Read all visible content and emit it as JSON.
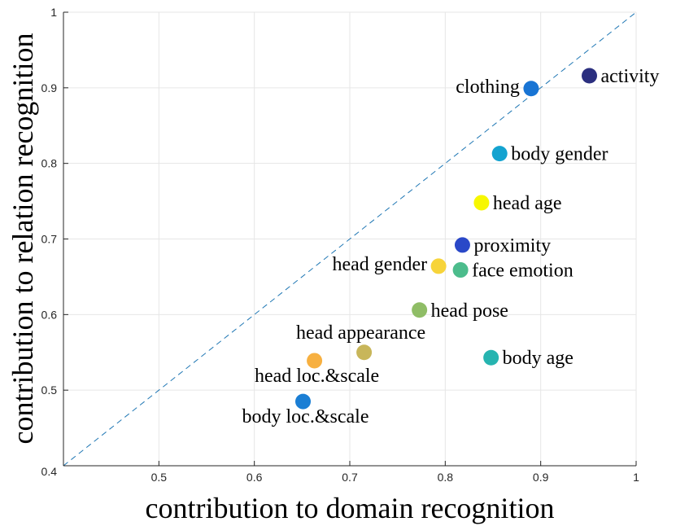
{
  "chart_data": {
    "type": "scatter",
    "title": "",
    "xlabel": "contribution to domain recognition",
    "ylabel": "contribution to relation recognition",
    "xlim": [
      0.4,
      1.0
    ],
    "ylim": [
      0.4,
      1.0
    ],
    "x_ticks": [
      0.4,
      0.5,
      0.6,
      0.7,
      0.8,
      0.9,
      1.0
    ],
    "y_ticks": [
      0.4,
      0.5,
      0.6,
      0.7,
      0.8,
      0.9,
      1.0
    ],
    "x_tick_labels": [
      "0.4",
      "0.5",
      "0.6",
      "0.7",
      "0.8",
      "0.9",
      "1"
    ],
    "y_tick_labels": [
      "0.4",
      "0.5",
      "0.6",
      "0.7",
      "0.8",
      "0.9",
      "1"
    ],
    "grid": true,
    "reference_line": {
      "from": [
        0.4,
        0.4
      ],
      "to": [
        1.0,
        1.0
      ],
      "style": "dashed",
      "color": "#1f77b4"
    },
    "points": [
      {
        "label": "activity",
        "x": 0.951,
        "y": 0.916,
        "color": "#2b2f7f",
        "label_pos": "right"
      },
      {
        "label": "clothing",
        "x": 0.89,
        "y": 0.899,
        "color": "#1874d4",
        "label_pos": "left"
      },
      {
        "label": "body gender",
        "x": 0.857,
        "y": 0.813,
        "color": "#14a3d0",
        "label_pos": "right"
      },
      {
        "label": "head age",
        "x": 0.838,
        "y": 0.748,
        "color": "#f7f700",
        "label_pos": "right"
      },
      {
        "label": "proximity",
        "x": 0.818,
        "y": 0.692,
        "color": "#2a48c8",
        "label_pos": "right"
      },
      {
        "label": "head gender",
        "x": 0.793,
        "y": 0.664,
        "color": "#f7d43a",
        "label_pos": "left"
      },
      {
        "label": "face emotion",
        "x": 0.816,
        "y": 0.659,
        "color": "#4cbc8c",
        "label_pos": "right"
      },
      {
        "label": "head pose",
        "x": 0.773,
        "y": 0.606,
        "color": "#8fbd66",
        "label_pos": "right"
      },
      {
        "label": "head appearance",
        "x": 0.715,
        "y": 0.55,
        "color": "#c8b65a",
        "label_pos": "above"
      },
      {
        "label": "body age",
        "x": 0.848,
        "y": 0.543,
        "color": "#26b4b0",
        "label_pos": "right"
      },
      {
        "label": "head loc.&scale",
        "x": 0.663,
        "y": 0.539,
        "color": "#f7b040",
        "label_pos": "below"
      },
      {
        "label": "body loc.&scale",
        "x": 0.651,
        "y": 0.485,
        "color": "#1a7ed4",
        "label_pos": "below"
      }
    ]
  }
}
